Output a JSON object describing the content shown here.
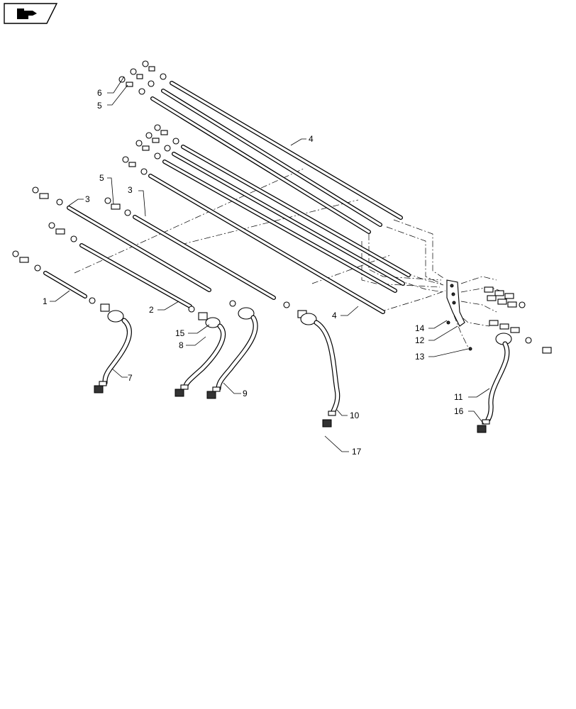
{
  "callouts": {
    "c1": "1",
    "c2": "2",
    "c3a": "3",
    "c3b": "3",
    "c4a": "4",
    "c4b": "4",
    "c5a": "5",
    "c5b": "5",
    "c6": "6",
    "c7": "7",
    "c8": "8",
    "c9": "9",
    "c10": "10",
    "c11": "11",
    "c12": "12",
    "c13": "13",
    "c14": "14",
    "c15": "15",
    "c16": "16",
    "c17": "17"
  },
  "icons": {
    "corner_icon": "hand-pointer-icon"
  },
  "colors": {
    "line": "#000000",
    "background": "#ffffff"
  }
}
